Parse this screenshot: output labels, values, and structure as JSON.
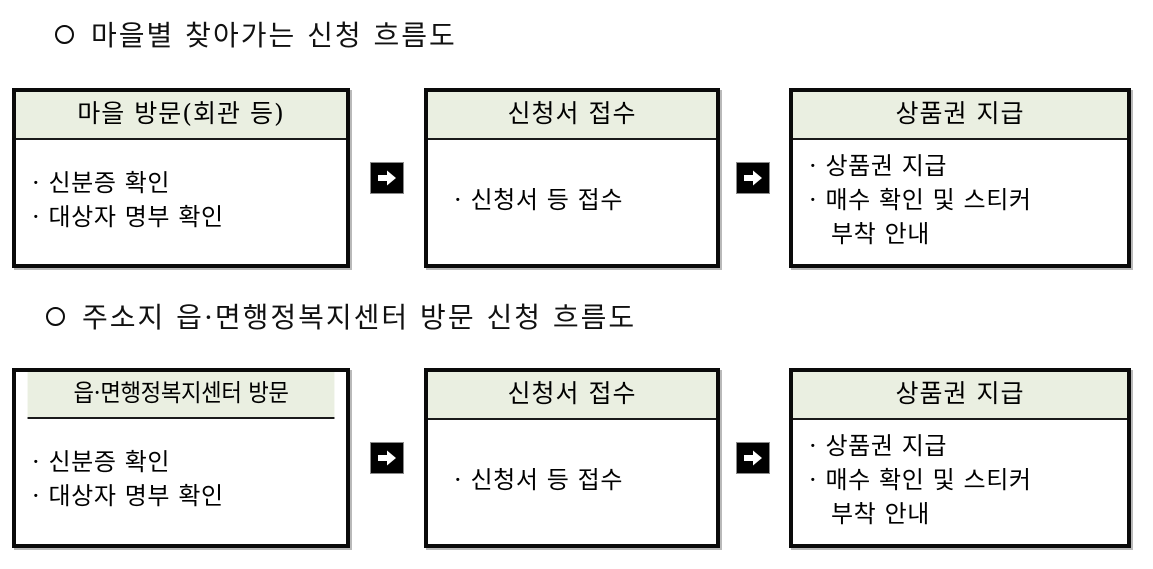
{
  "document": {
    "language": "ko",
    "colors": {
      "header_fill": "#EAEFE1",
      "border": "#0A0A0A",
      "arrow_badge": "#000000",
      "arrow_glyph": "#FFFFFF",
      "page_background": "#FFFFFF"
    }
  },
  "sections": [
    {
      "id": "village-visit-flow",
      "marker": "circle-marker",
      "heading": "마을별 찾아가는 신청 흐름도",
      "steps": [
        {
          "id": "step-village-visit",
          "header": "마을 방문(회관 등)",
          "body": [
            "· 신분증 확인",
            "· 대상자 명부 확인"
          ]
        },
        {
          "id": "step-application-receipt",
          "header": "신청서 접수",
          "body": [
            "· 신청서 등 접수"
          ]
        },
        {
          "id": "step-voucher-payment",
          "header": "상품권 지급",
          "body": [
            "· 상품권 지급",
            "· 매수 확인 및 스티커",
            "부착 안내"
          ]
        }
      ],
      "connectors": [
        "arrow-right-icon",
        "arrow-right-icon"
      ]
    },
    {
      "id": "welfare-center-visit-flow",
      "marker": "circle-marker",
      "heading": "주소지 읍·면행정복지센터 방문 신청 흐름도",
      "steps": [
        {
          "id": "step-center-visit",
          "header": "읍·면행정복지센터 방문",
          "body": [
            "· 신분증 확인",
            "· 대상자 명부 확인"
          ]
        },
        {
          "id": "step-application-receipt",
          "header": "신청서 접수",
          "body": [
            "· 신청서 등 접수"
          ]
        },
        {
          "id": "step-voucher-payment",
          "header": "상품권 지급",
          "body": [
            "· 상품권 지급",
            "· 매수 확인 및 스티커",
            "부착 안내"
          ]
        }
      ],
      "connectors": [
        "arrow-right-icon",
        "arrow-right-icon"
      ]
    }
  ]
}
